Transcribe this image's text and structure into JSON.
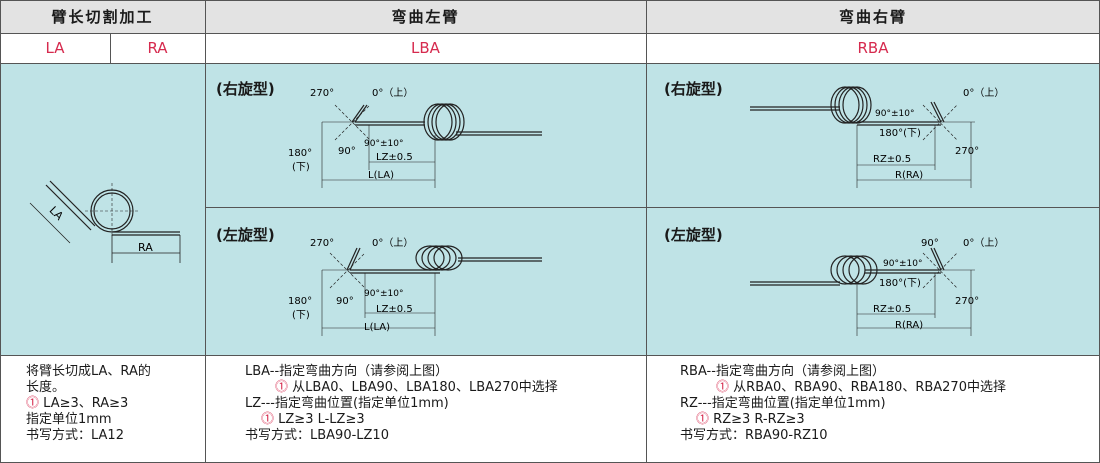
{
  "headers": {
    "arm_cut": "臂长切割加工",
    "bend_left": "弯曲左臂",
    "bend_right": "弯曲右臂"
  },
  "codes": {
    "la": "LA",
    "ra": "RA",
    "lba": "LBA",
    "rba": "RBA"
  },
  "diagrams": {
    "right_type": "(右旋型)",
    "left_type": "(左旋型)",
    "deg_270": "270°",
    "deg_0": "0°（上）",
    "deg_180": "180°",
    "down": "(下)",
    "deg_90": "90°",
    "angle_tol": "90°±10°",
    "lz": "LZ±0.5",
    "l_la": "L(LA)",
    "rz": "RZ±0.5",
    "r_ra": "R(RA)",
    "deg_180_down": "180°(下)",
    "arm_la": "LA",
    "arm_ra": "RA"
  },
  "notes": {
    "arm": {
      "line1": "将臂长切成LA、RA的",
      "line2": "长度。",
      "line3": "LA≥3、RA≥3",
      "line4": "指定单位1mm",
      "line5": "书写方式：LA12"
    },
    "lba": {
      "line1": "LBA--指定弯曲方向（请参阅上图）",
      "line2": "从LBA0、LBA90、LBA180、LBA270中选择",
      "line3": "LZ---指定弯曲位置(指定单位1mm)",
      "line4": "LZ≥3    L-LZ≥3",
      "line5": "书写方式：LBA90-LZ10"
    },
    "rba": {
      "line1": "RBA--指定弯曲方向（请参阅上图）",
      "line2": "从RBA0、RBA90、RBA180、RBA270中选择",
      "line3": "RZ---指定弯曲位置(指定单位1mm)",
      "line4": "RZ≥3    R-RZ≥3",
      "line5": "书写方式：RBA90-RZ10"
    }
  },
  "colors": {
    "header_bg": "#e3e3e3",
    "diagram_bg": "#bfe3e6",
    "code_red": "#d62a4e",
    "warning_icon": "#d62a4e"
  },
  "icons": {
    "warning": "exclamation-circle-icon"
  }
}
